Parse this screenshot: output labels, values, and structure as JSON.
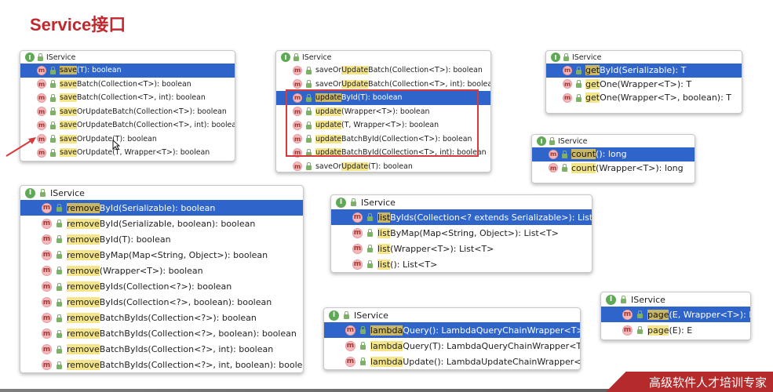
{
  "title": "Service接口",
  "popups": {
    "save": {
      "header": "IService",
      "items": [
        {
          "hl": "save",
          "rest": "(T): boolean",
          "selected": true
        },
        {
          "hl": "save",
          "rest": "Batch(Collection<T>): boolean"
        },
        {
          "hl": "save",
          "rest": "Batch(Collection<T>, int): boolean"
        },
        {
          "hl": "save",
          "rest": "OrUpdateBatch(Collection<T>): boolean"
        },
        {
          "hl": "save",
          "rest": "OrUpdateBatch(Collection<T>, int): boolean"
        },
        {
          "hl": "save",
          "rest": "OrUpdate(T): boolean"
        },
        {
          "hl": "save",
          "rest": "OrUpdate(T, Wrapper<T>): boolean"
        }
      ]
    },
    "update": {
      "header": "IService",
      "items": [
        {
          "pre": "saveOr",
          "hl": "Update",
          "rest": "Batch(Collection<T>): boolean"
        },
        {
          "pre": "saveOr",
          "hl": "Update",
          "rest": "Batch(Collection<T>, int): boolean"
        },
        {
          "hl": "update",
          "rest": "ById(T): boolean",
          "selected": true
        },
        {
          "hl": "update",
          "rest": "(Wrapper<T>): boolean"
        },
        {
          "hl": "update",
          "rest": "(T, Wrapper<T>): boolean"
        },
        {
          "hl": "update",
          "rest": "BatchById(Collection<T>): boolean"
        },
        {
          "hl": "update",
          "rest": "BatchById(Collection<T>, int): boolean"
        },
        {
          "pre": "saveOr",
          "hl": "Update",
          "rest": "(T): boolean"
        }
      ]
    },
    "get": {
      "header": "IService",
      "items": [
        {
          "hl": "get",
          "rest": "ById(Serializable): T",
          "selected": true
        },
        {
          "hl": "get",
          "rest": "One(Wrapper<T>): T"
        },
        {
          "hl": "get",
          "rest": "One(Wrapper<T>, boolean): T"
        }
      ]
    },
    "count": {
      "header": "IService",
      "items": [
        {
          "hl": "count",
          "rest": "(): long",
          "selected": true
        },
        {
          "hl": "count",
          "rest": "(Wrapper<T>): long"
        }
      ]
    },
    "remove": {
      "header": "IService",
      "items": [
        {
          "hl": "remove",
          "rest": "ById(Serializable): boolean",
          "selected": true
        },
        {
          "hl": "remove",
          "rest": "ById(Serializable, boolean): boolean"
        },
        {
          "hl": "remove",
          "rest": "ById(T): boolean"
        },
        {
          "hl": "remove",
          "rest": "ByMap(Map<String, Object>): boolean"
        },
        {
          "hl": "remove",
          "rest": "(Wrapper<T>): boolean"
        },
        {
          "hl": "remove",
          "rest": "ByIds(Collection<?>): boolean"
        },
        {
          "hl": "remove",
          "rest": "ByIds(Collection<?>, boolean): boolean"
        },
        {
          "hl": "remove",
          "rest": "BatchByIds(Collection<?>): boolean"
        },
        {
          "hl": "remove",
          "rest": "BatchByIds(Collection<?>, boolean): boolean"
        },
        {
          "hl": "remove",
          "rest": "BatchByIds(Collection<?>, int): boolean"
        },
        {
          "hl": "remove",
          "rest": "BatchByIds(Collection<?>, int, boolean): boolean"
        }
      ]
    },
    "list": {
      "header": "IService",
      "items": [
        {
          "hl": "list",
          "rest": "ByIds(Collection<? extends Serializable>): List<T>",
          "selected": true
        },
        {
          "hl": "list",
          "rest": "ByMap(Map<String, Object>): List<T>"
        },
        {
          "hl": "list",
          "rest": "(Wrapper<T>): List<T>"
        },
        {
          "hl": "list",
          "rest": "(): List<T>"
        }
      ]
    },
    "lambda": {
      "header": "IService",
      "items": [
        {
          "hl": "lambda",
          "rest": "Query(): LambdaQueryChainWrapper<T>",
          "selected": true
        },
        {
          "hl": "lambda",
          "rest": "Query(T): LambdaQueryChainWrapper<T>"
        },
        {
          "hl": "lambda",
          "rest": "Update(): LambdaUpdateChainWrapper<T>"
        }
      ]
    },
    "page": {
      "header": "IService",
      "items": [
        {
          "hl": "page",
          "rest": "(E, Wrapper<T>): E",
          "selected": true
        },
        {
          "hl": "page",
          "rest": "(E): E"
        }
      ]
    }
  },
  "banner": "高级软件人才培训专家",
  "icons": {
    "interface": "I",
    "method": "m"
  },
  "colors": {
    "title": "#c0282e",
    "selection": "#2f65ca",
    "match_highlight": "#f5e58a",
    "red_box": "#d63a3a"
  }
}
